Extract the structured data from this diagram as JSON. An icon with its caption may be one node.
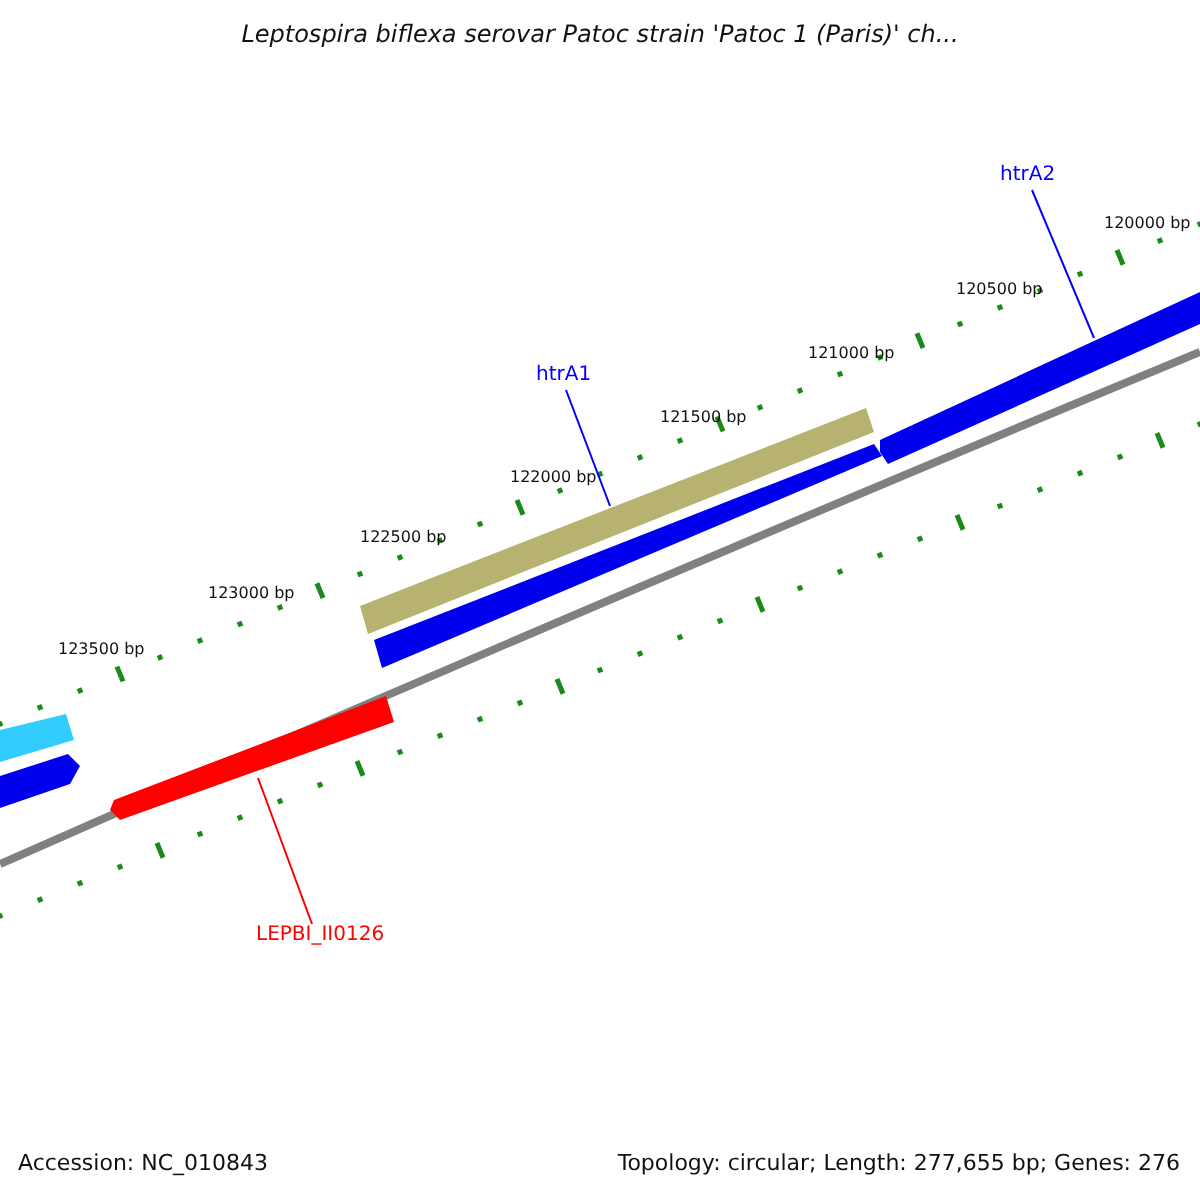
{
  "diagram": {
    "title": "Leptospira biflexa serovar Patoc strain 'Patoc 1 (Paris)' ch...",
    "nodes": [
      {
        "text": [
          "htrA2"
        ]
      },
      {
        "text": [],
        "shape": "bar"
      },
      {
        "text": [
          "htrA1"
        ]
      },
      {
        "text": [],
        "shape": "bar"
      },
      {
        "text": [
          "LEPBI_II0126"
        ]
      },
      {
        "text": [],
        "shape": "bar"
      }
    ],
    "edges": [
      {
        "from": 0,
        "to": 1,
        "arrow": "none"
      },
      {
        "from": 2,
        "to": 3,
        "arrow": "none"
      },
      {
        "from": 4,
        "to": 5,
        "arrow": "none",
        "color": "#ff0000"
      }
    ],
    "labels": [
      "120000 bp",
      "120500 bp",
      "121000 bp",
      "121500 bp",
      "122000 bp",
      "122500 bp",
      "123000 bp",
      "123500 bp",
      "Accession: NC_010843",
      "Topology: circular; Length: 277,655 bp; Genes: 276"
    ]
  }
}
